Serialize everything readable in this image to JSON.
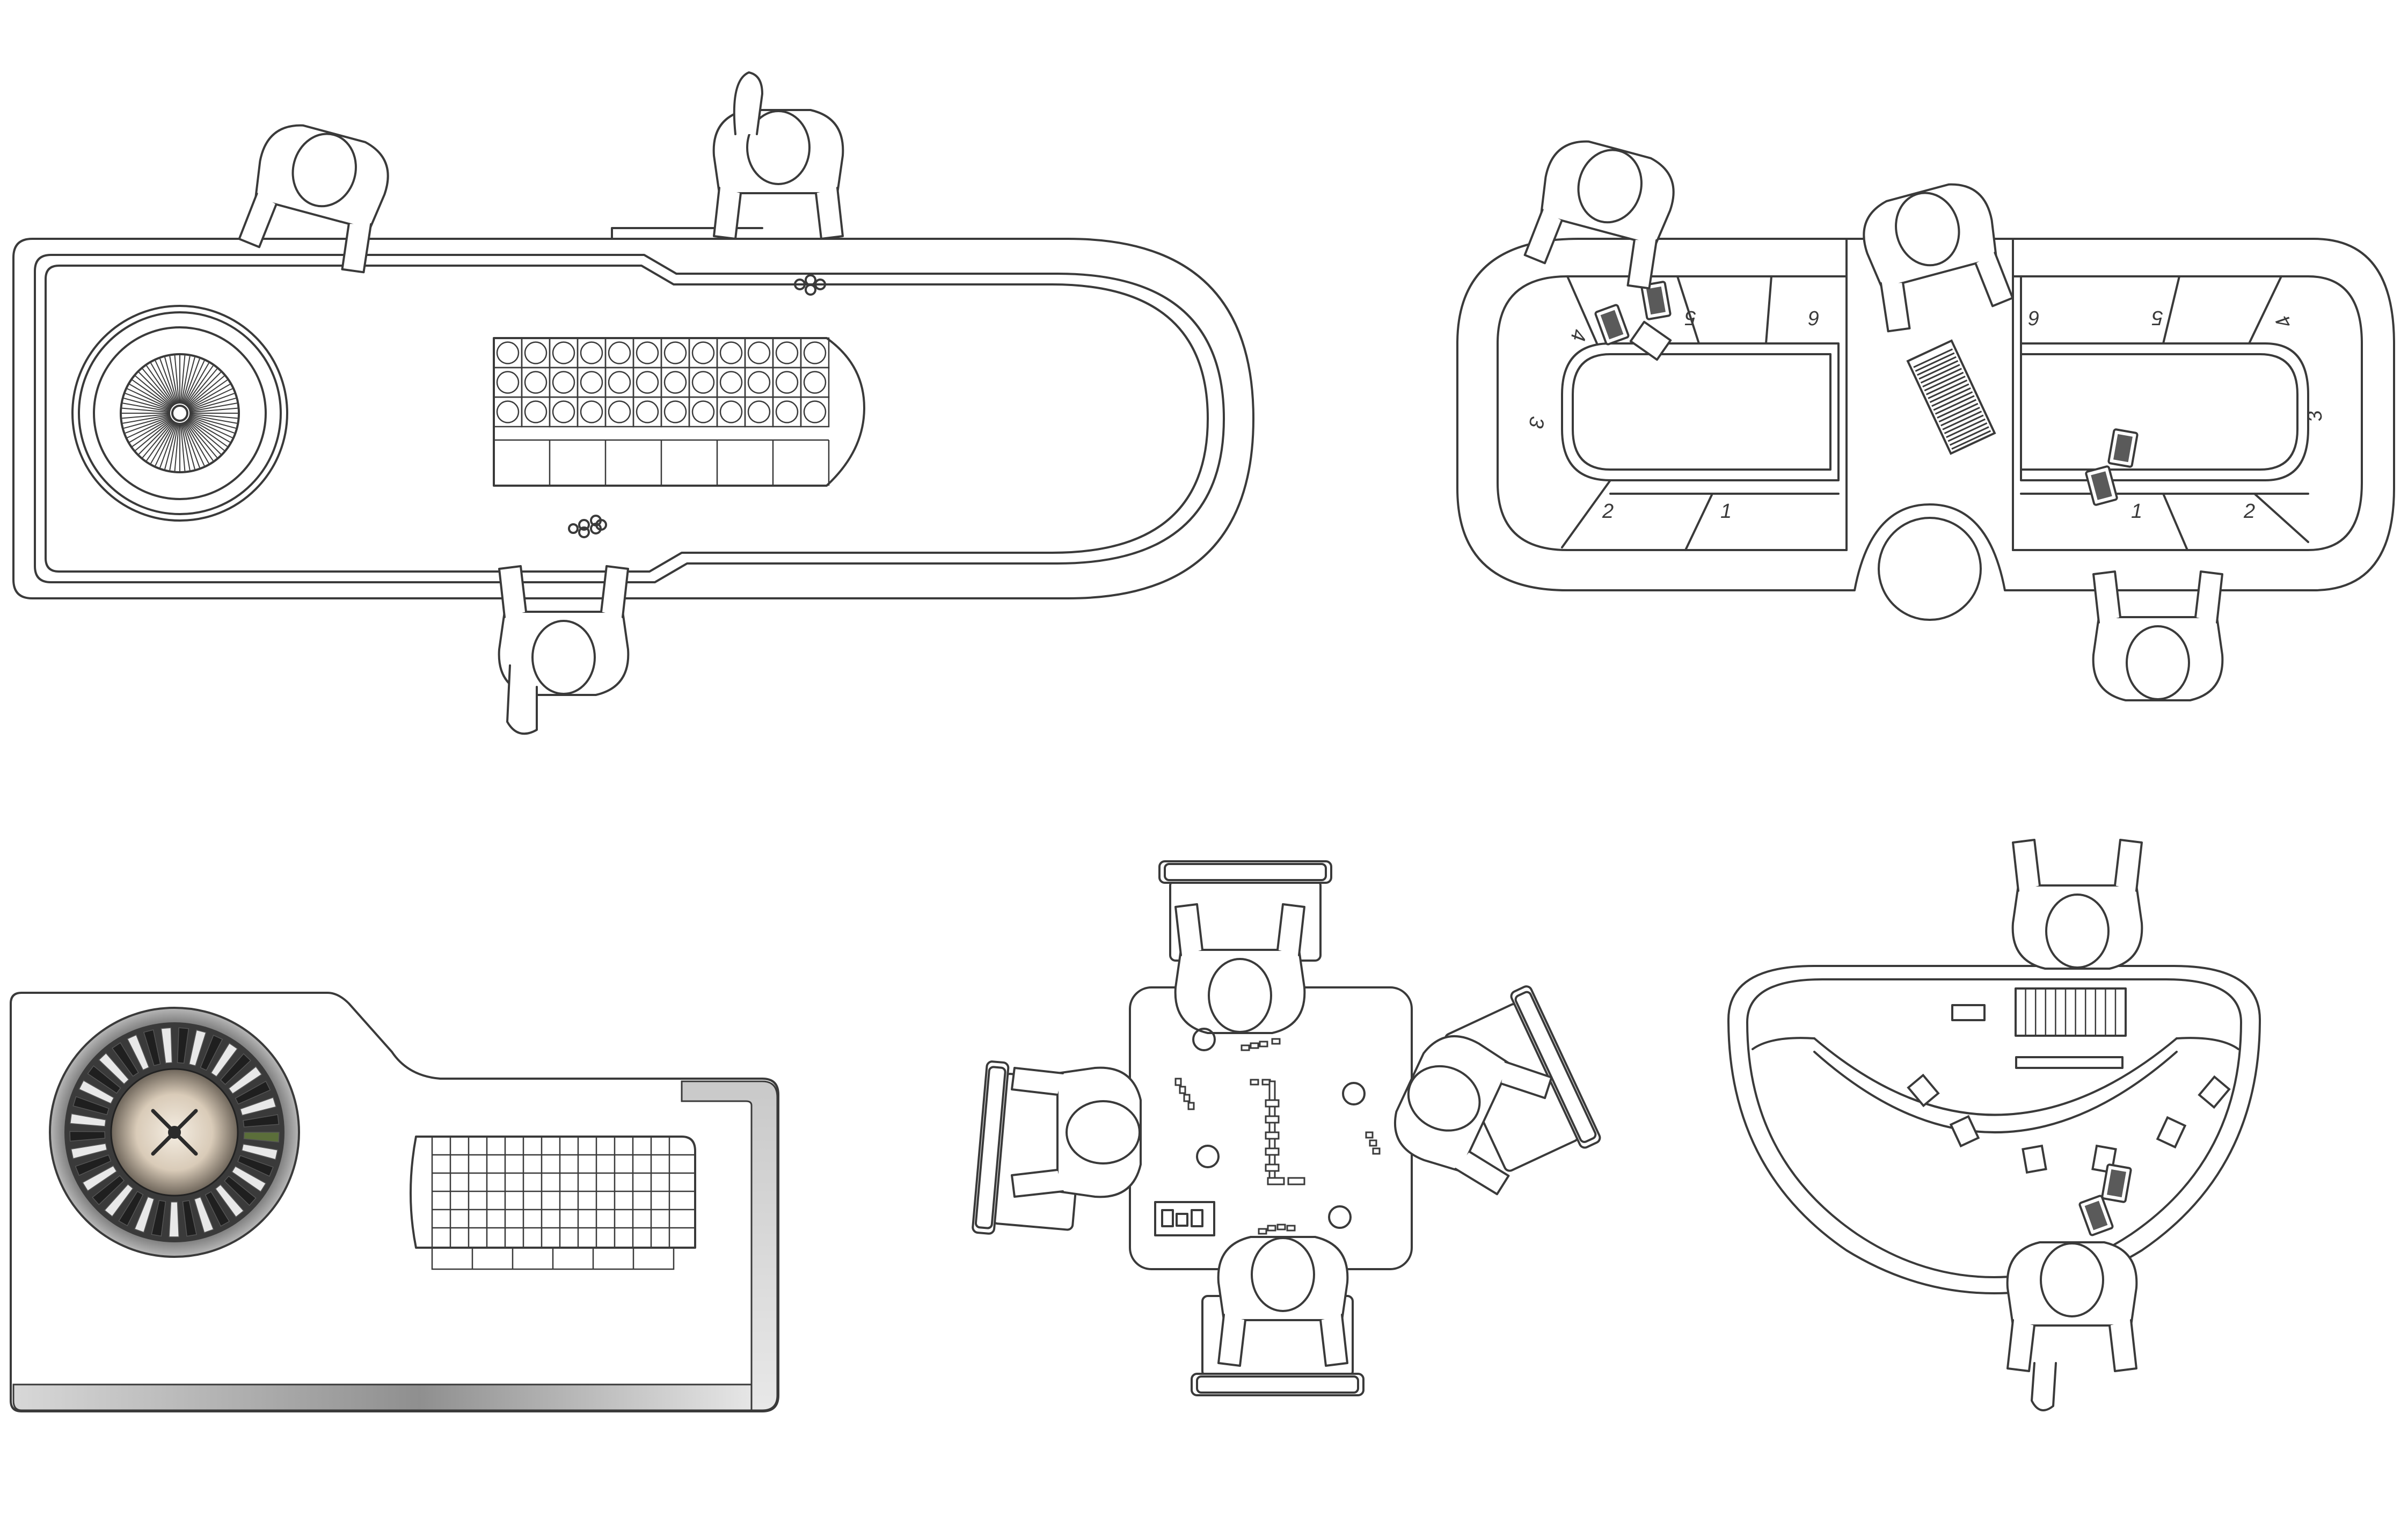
{
  "colors": {
    "line": "#3a3a3a",
    "background": "#ffffff",
    "wheel_dark": "#2b2b2b",
    "wheel_rim": "#8c8c8c",
    "wheel_center": "#d9cbb8",
    "table_gradient_dark": "#8f8f8f",
    "pocket_green": "#5b6e3a"
  },
  "baccarat_table": {
    "seat_numbers_left": [
      "4",
      "5",
      "6",
      "3",
      "2",
      "1"
    ],
    "seat_numbers_right": [
      "6",
      "5",
      "4",
      "3",
      "1",
      "2"
    ]
  },
  "icons": {
    "roulette_wheel": "roulette-wheel-icon",
    "playing_card": "playing-card-icon",
    "chip": "chip-icon",
    "person": "person-topview-icon",
    "chair": "chair-icon"
  }
}
